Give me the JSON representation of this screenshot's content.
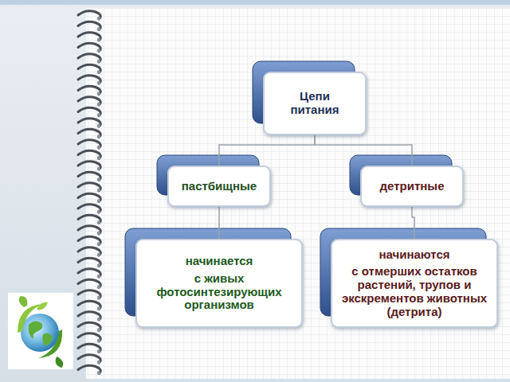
{
  "diagram": {
    "nodes": [
      {
        "text": [
          "Цепи питания"
        ]
      },
      {
        "text": [
          "пастбищные"
        ]
      },
      {
        "text": [
          "детритные"
        ]
      },
      {
        "text": [
          "начинается",
          "с живых фотосинтезирующих организмов"
        ]
      },
      {
        "text": [
          "начинаются",
          "с отмерших остатков растений, трупов и экскрементов животных (детрита)"
        ]
      }
    ],
    "edges": [
      {
        "from": 0,
        "to": 1,
        "arrow": "none"
      },
      {
        "from": 0,
        "to": 2,
        "arrow": "none"
      },
      {
        "from": 1,
        "to": 3,
        "arrow": "none"
      },
      {
        "from": 2,
        "to": 4,
        "arrow": "none"
      }
    ]
  }
}
